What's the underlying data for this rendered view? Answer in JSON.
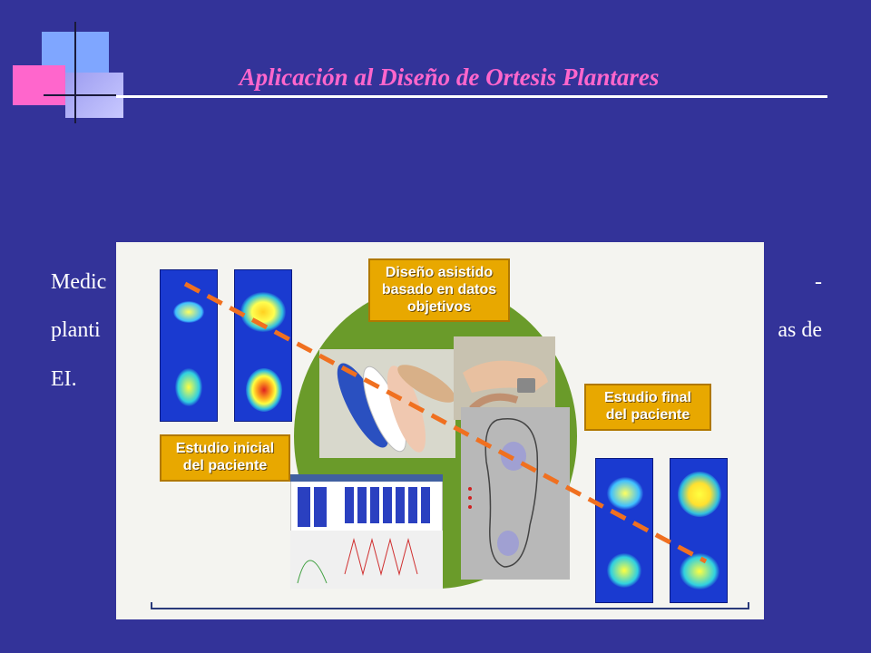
{
  "slide": {
    "title": "Aplicación al Diseño de Ortesis Plantares",
    "body": {
      "line1_start": "Medic",
      "line1_end": "-",
      "line2_start": "planti",
      "line2_end": "as de",
      "line3": "EI."
    }
  },
  "figure": {
    "tags": {
      "design": [
        "Diseño asistido",
        "basado en datos",
        "objetivos"
      ],
      "initial": [
        "Estudio inicial",
        "del paciente"
      ],
      "final": [
        "Estudio final",
        "del paciente"
      ]
    }
  }
}
